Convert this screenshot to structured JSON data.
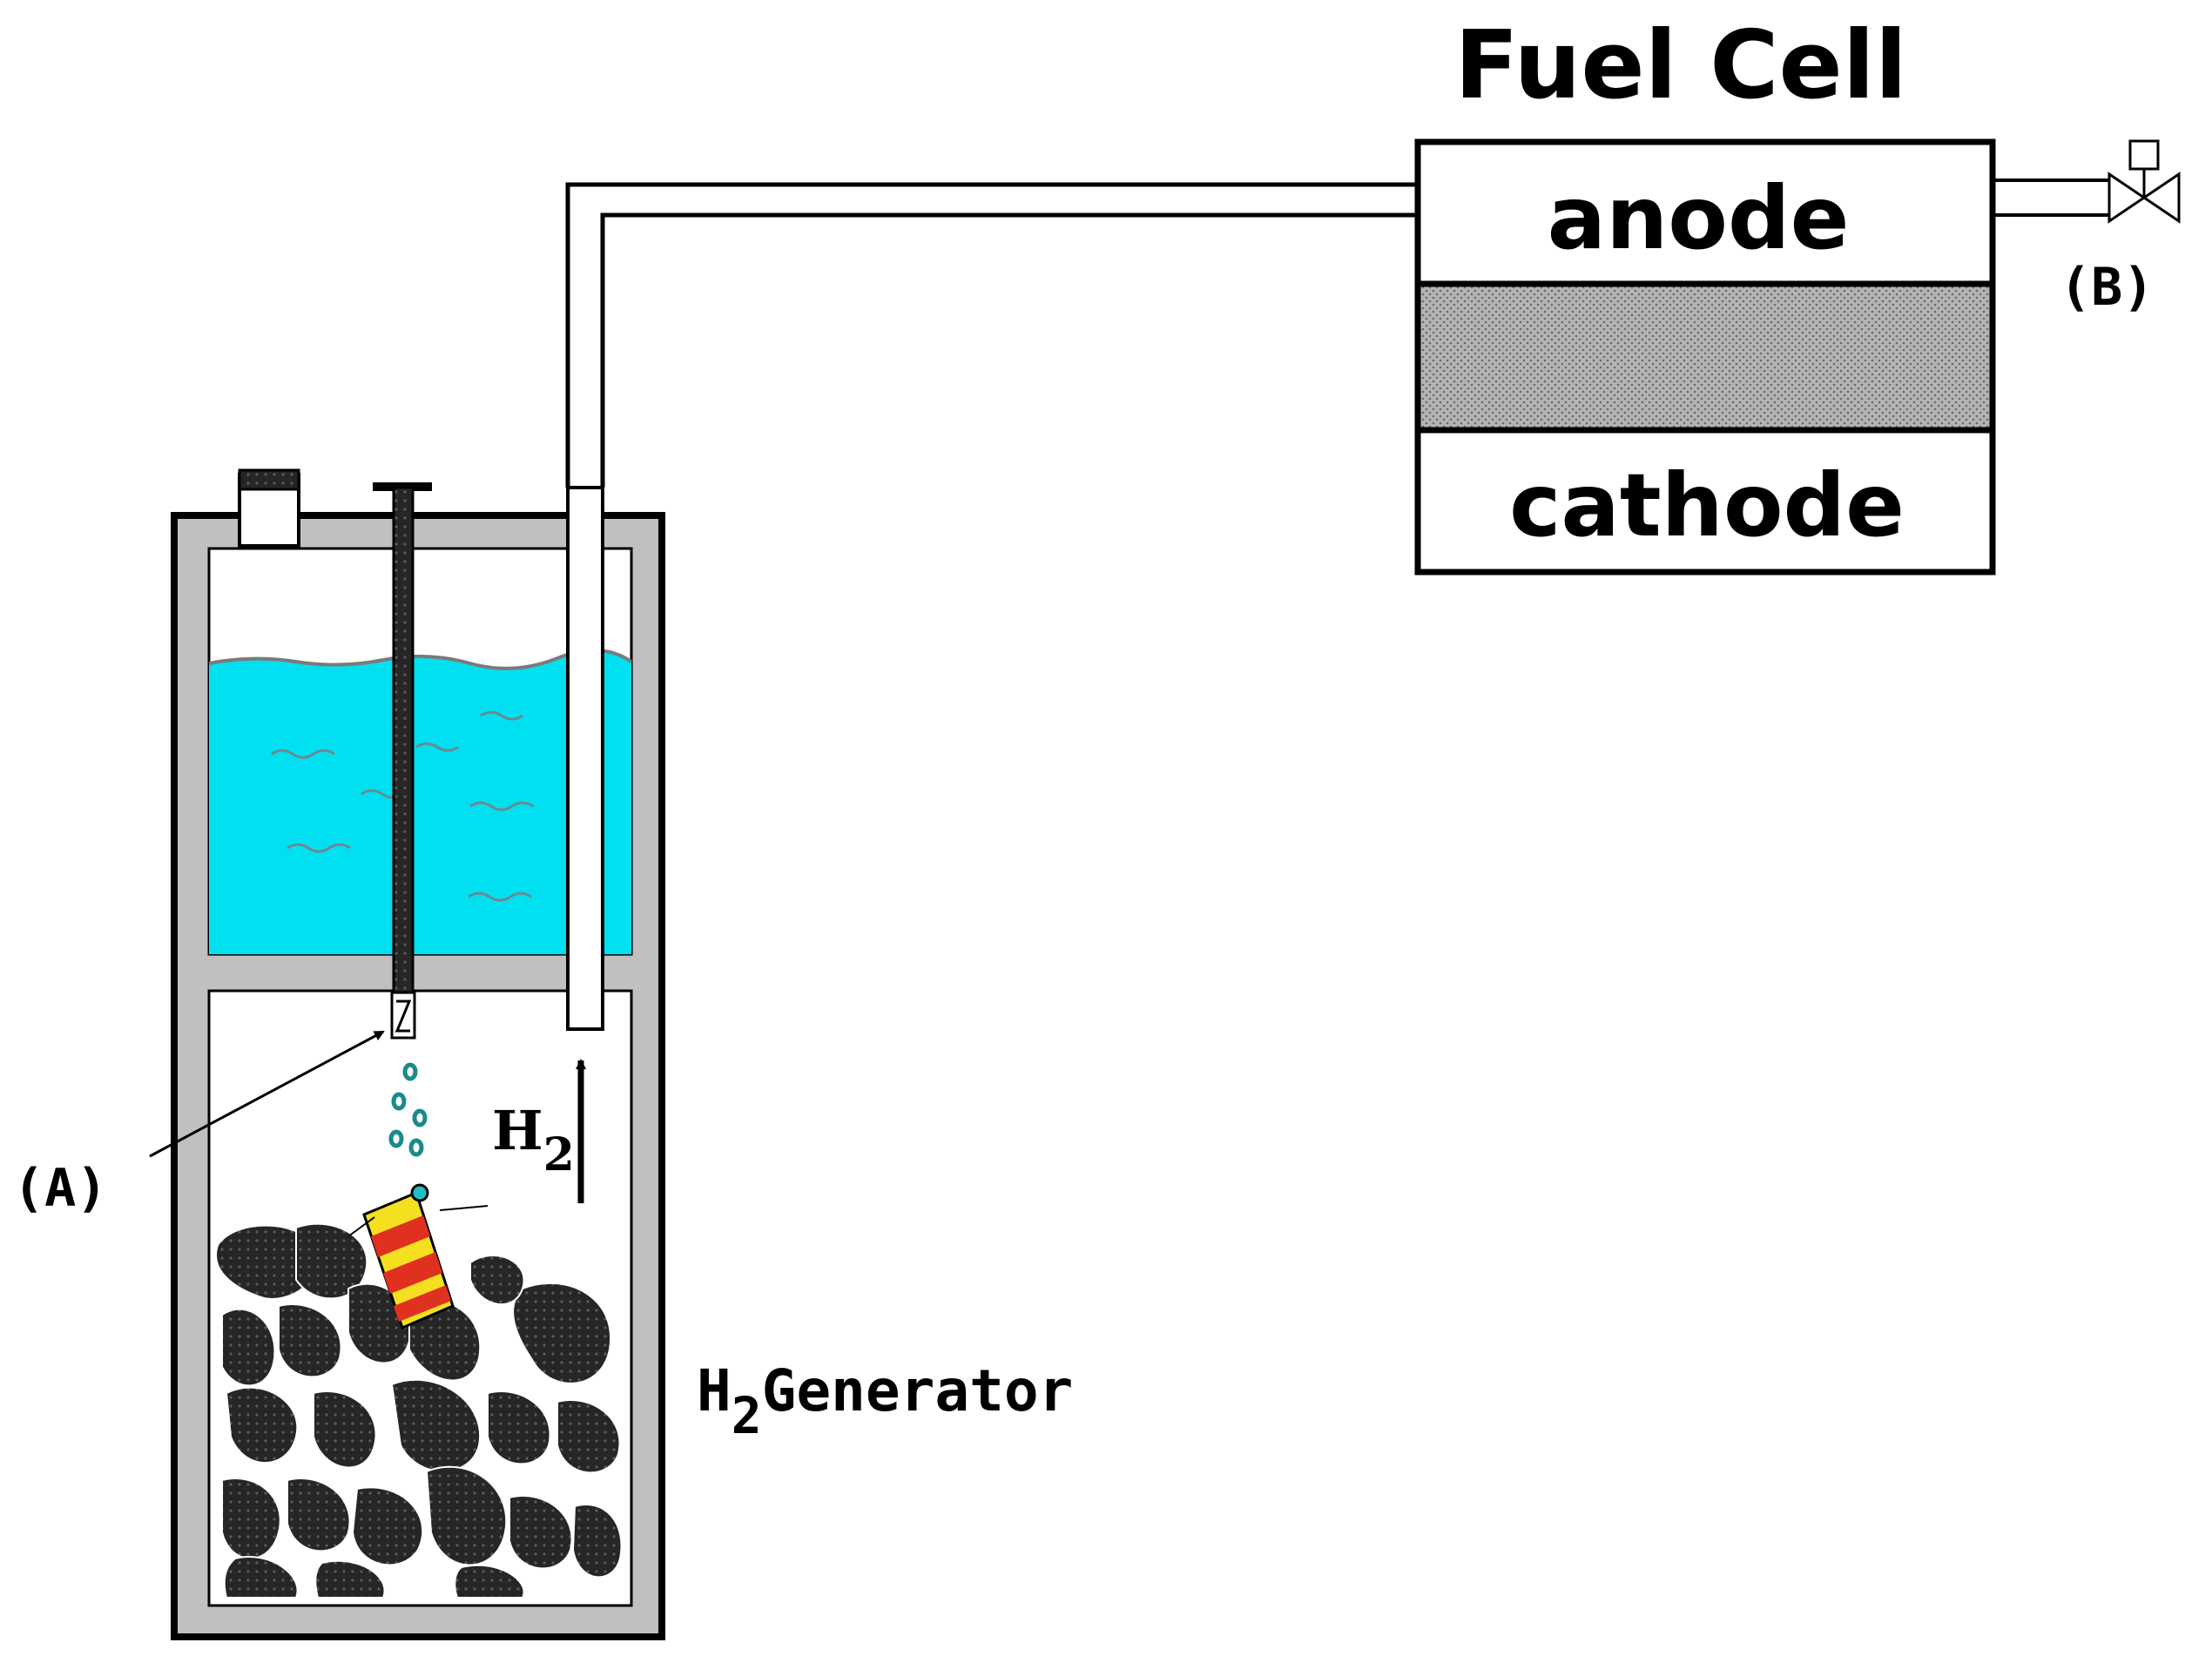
{
  "fuel_cell": {
    "title": "Fuel Cell",
    "anode_label": "anode",
    "cathode_label": "cathode"
  },
  "markers": {
    "a": "(A)",
    "b": "(B)"
  },
  "generator": {
    "label_main": "H",
    "label_sub": "2",
    "label_rest": "Generator"
  },
  "gas_flow": {
    "label_main": "H",
    "label_sub": "2"
  },
  "colors": {
    "water": "#00e0f0",
    "vessel_wall": "#c0c0c0",
    "pellets": "#2a2a2a",
    "membrane": "#a8a8a8"
  }
}
